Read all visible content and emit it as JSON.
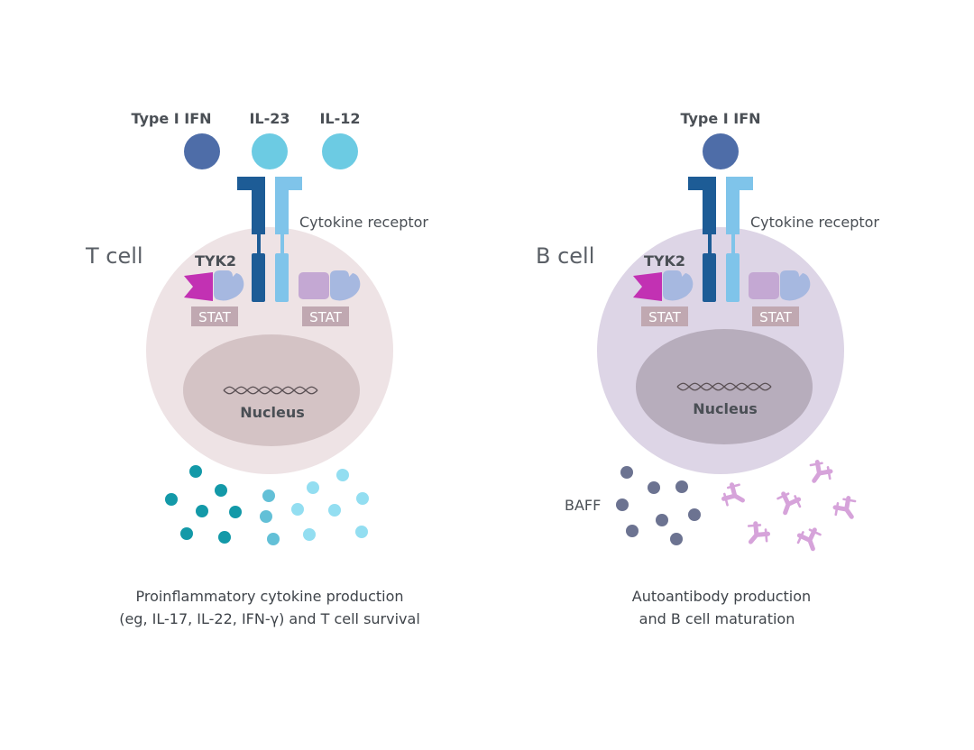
{
  "colors": {
    "type1_ifn": "#4e6da8",
    "il_ligand": "#6ccbe3",
    "receptor_dark": "#1d5c96",
    "receptor_light": "#7fc4ea",
    "tyk2": "#c231b3",
    "jak": "#a6b8e0",
    "jak_partner": "#c4a8d3",
    "stat_box": "#c0a8b1",
    "t_cell_body": "#eee3e5",
    "t_cell_nucleus": "#d4c3c5",
    "b_cell_body": "#ddd5e6",
    "b_cell_nucleus": "#b7adbc",
    "t_dot_dark": "#1399a8",
    "t_dot_mid": "#63c0d7",
    "t_dot_light": "#93def1",
    "baff_dot": "#6c7391",
    "antibody": "#d6a3da"
  },
  "left_panel": {
    "ligands": [
      "Type I IFN",
      "IL-23",
      "IL-12"
    ],
    "receptor_label": "Cytokine receptor",
    "cell_label": "T cell",
    "kinase_label": "TYK2",
    "stat_labels": [
      "STAT",
      "STAT"
    ],
    "nucleus_label": "Nucleus",
    "caption_line1": "Proinflammatory cytokine production",
    "caption_line2": "(eg, IL-17, IL-22, IFN-γ) and T cell survival"
  },
  "right_panel": {
    "ligands": [
      "Type I IFN"
    ],
    "receptor_label": "Cytokine receptor",
    "cell_label": "B cell",
    "kinase_label": "TYK2",
    "stat_labels": [
      "STAT",
      "STAT"
    ],
    "nucleus_label": "Nucleus",
    "secreted_label": "BAFF",
    "caption_line1": "Autoantibody production",
    "caption_line2": "and B cell maturation"
  }
}
